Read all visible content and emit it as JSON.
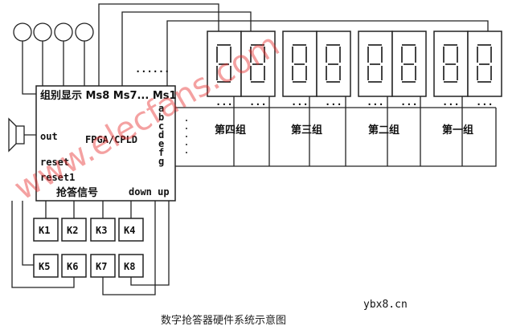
{
  "chip": {
    "title": "组别显示 Ms8 Ms7... Ms1",
    "center": "FPGA/CPLD",
    "out": "out",
    "reset": "reset",
    "reset1": "reset1",
    "signal": "抢答信号",
    "downup": "down up",
    "segments": [
      "a",
      "b",
      "c",
      "d",
      "e",
      "f",
      "g"
    ]
  },
  "top_dots": "......",
  "digit_dots": "...",
  "groups": [
    "第四组",
    "第三组",
    "第二组",
    "第一组"
  ],
  "keys": [
    "K1",
    "K2",
    "K3",
    "K4",
    "K5",
    "K6",
    "K7",
    "K8"
  ],
  "caption": "数字抢答器硬件系统示意图",
  "source": "ybx8.cn",
  "watermark": "www.elecfans.com",
  "colors": {
    "line": "#222222",
    "watermark": "#e83030"
  }
}
